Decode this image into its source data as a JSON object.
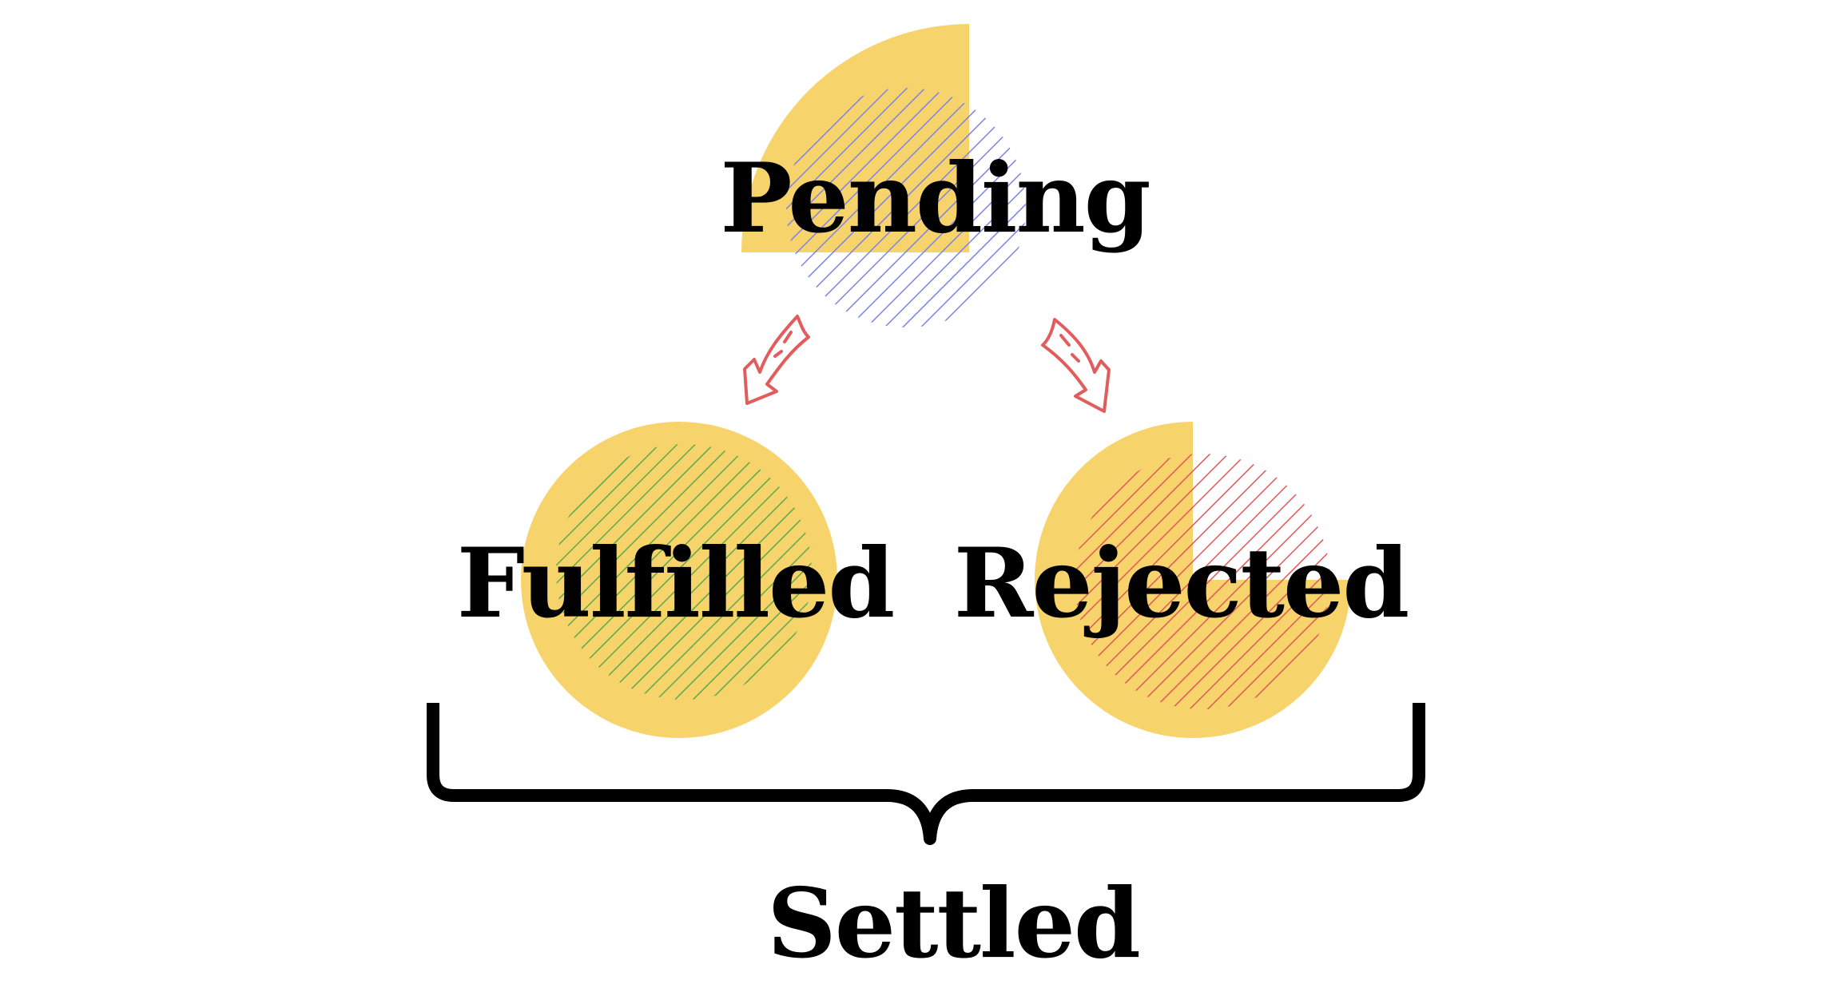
{
  "states": {
    "pending": {
      "label": "Pending",
      "color": "#7b83e6"
    },
    "fulfilled": {
      "label": "Fulfilled",
      "color": "#5aaa4c"
    },
    "rejected": {
      "label": "Rejected",
      "color": "#e0585a"
    }
  },
  "group": {
    "label": "Settled"
  },
  "colors": {
    "highlight": "#f7d36b",
    "arrow": "#e25c5c",
    "text": "#000000",
    "background": "#ffffff"
  },
  "icons": {
    "transition": "curved-arrow-icon",
    "grouping": "curly-brace-icon"
  }
}
